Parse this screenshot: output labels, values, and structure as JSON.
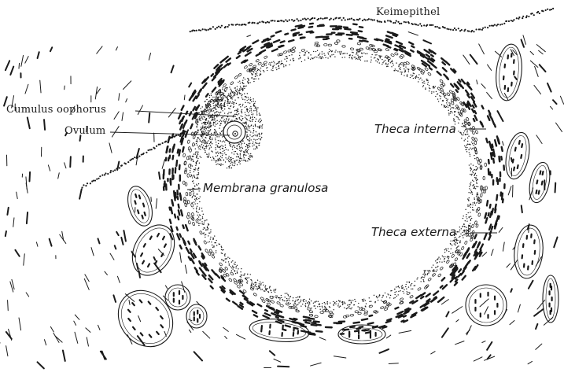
{
  "labels": {
    "keimepithel": "Keimepithel",
    "cumulus": "Cumulus oophorus",
    "ovulum": "Ovulum",
    "membrana": "Membrana granulosa",
    "theca_interna": "Theca interna",
    "theca_externa": "Theca externa"
  },
  "colors": {
    "ink": "#1a1a1a",
    "paper": "#ffffff"
  }
}
